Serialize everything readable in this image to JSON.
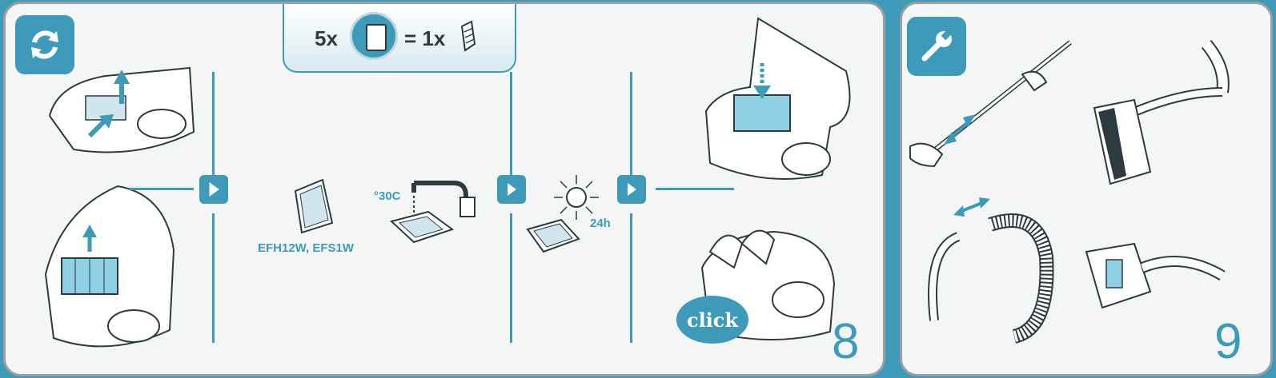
{
  "step8": {
    "number": "8",
    "corner_icon": "rotate-arrows-icon",
    "ratio": {
      "left": "5x",
      "right": "= 1x"
    },
    "filter_models": "EFH12W, EFS1W",
    "wash_temp": "°30C",
    "dry_time": "24h",
    "click_label": "click"
  },
  "step9": {
    "number": "9",
    "corner_icon": "wrench-icon"
  },
  "colors": {
    "accent": "#3d9ab8",
    "panel_bg": "#f4f6f6",
    "border": "#9aa0a2"
  }
}
